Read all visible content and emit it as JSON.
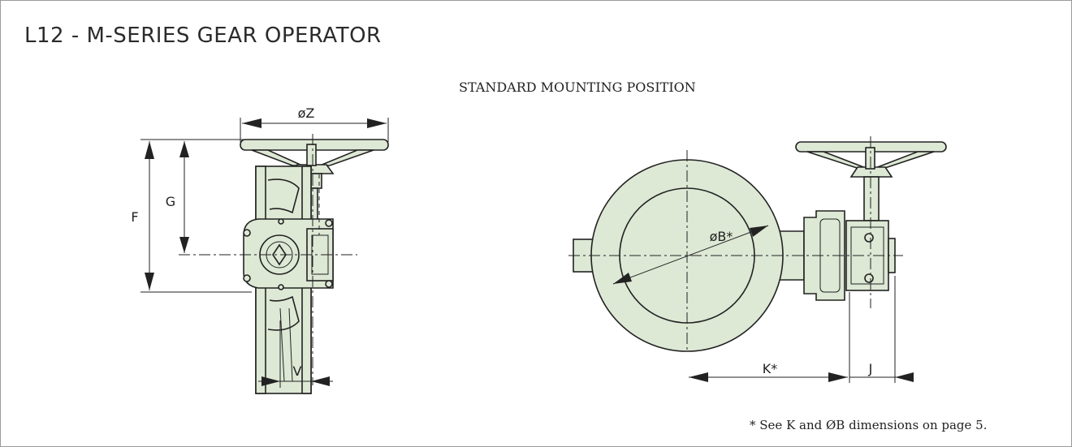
{
  "title": "L12 - M-SERIES GEAR OPERATOR",
  "subtitle": "STANDARD MOUNTING POSITION",
  "footnote": "* See K and ØB dimensions on page 5.",
  "dimensions": {
    "z": "øZ",
    "f": "F",
    "g": "G",
    "v": "V",
    "b": "øB*",
    "k": "K*",
    "j": "J"
  },
  "colors": {
    "body_fill": "#dde8d5",
    "line": "#222222",
    "border": "#9a9a9a"
  }
}
